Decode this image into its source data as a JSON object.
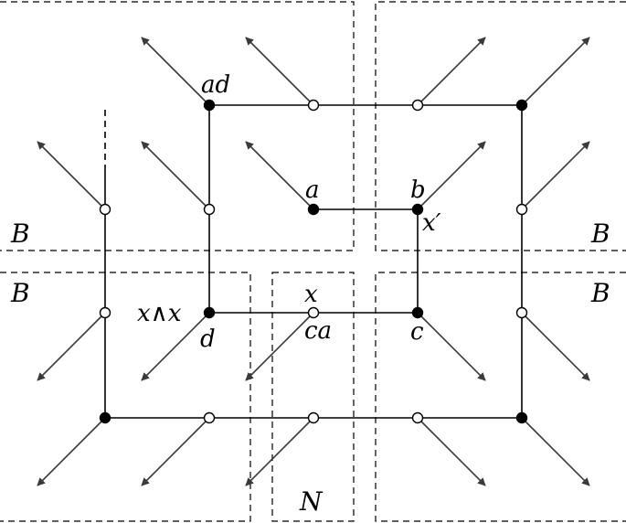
{
  "diagram": {
    "regions": [
      {
        "id": "region-top-left",
        "label": "B"
      },
      {
        "id": "region-top-right",
        "label": "B"
      },
      {
        "id": "region-bottom-left",
        "label": "B"
      },
      {
        "id": "region-bottom-right",
        "label": "B"
      },
      {
        "id": "region-middle",
        "label": "N"
      }
    ],
    "labels": {
      "ad": "ad",
      "a": "a",
      "b": "b",
      "x_prime": "x′",
      "x": "x",
      "x_wedge_x": "x∧x",
      "d": "d",
      "ca": "ca",
      "c": "c"
    },
    "vertices": {
      "filled": [
        "ad",
        "top-right-corner",
        "a",
        "b",
        "d",
        "c",
        "bottom-left-corner",
        "bottom-right-corner"
      ],
      "hollow": [
        "top-mid-1",
        "top-mid-2",
        "right-upper",
        "right-lower",
        "left-upper",
        "left-lower",
        "inner-left-upper",
        "ca",
        "bottom-mid-1",
        "bottom-mid-2",
        "bottom-mid-3"
      ]
    },
    "colors": {
      "edge": "#000000",
      "arrow": "#3a3a3a",
      "filled_vertex": "#000000",
      "hollow_vertex": "#ffffff"
    }
  }
}
